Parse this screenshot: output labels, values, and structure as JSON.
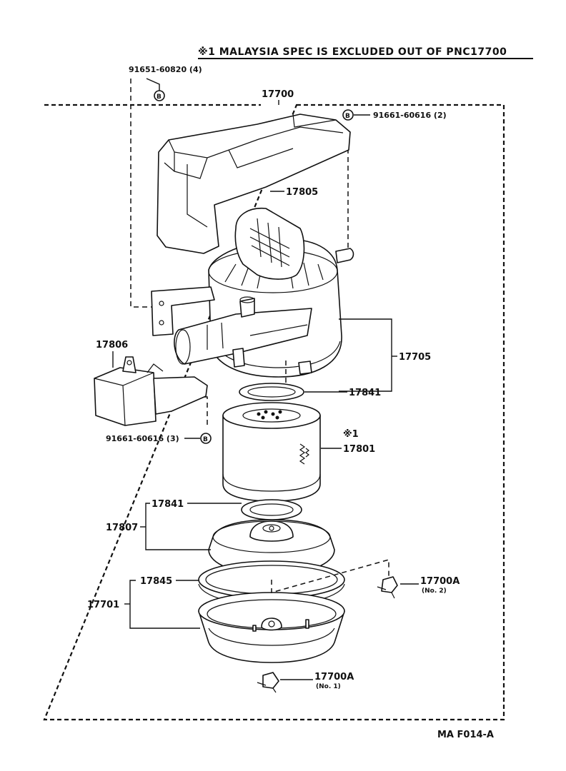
{
  "header": {
    "note": "※1 MALAYSIA SPEC IS EXCLUDED OUT OF PNC17700"
  },
  "footer": {
    "code": "MA F014-A"
  },
  "parts": {
    "assembly": "17700",
    "bolt_top": {
      "number": "91651-60820 (4)",
      "symbol": "B"
    },
    "bolt_right": {
      "number": "91661-60616 (2)",
      "symbol": "B"
    },
    "bolt_left": {
      "number": "91661-60616 (3)",
      "symbol": "B"
    },
    "inlet_duct": "17805",
    "resonator": "17806",
    "cap_sub_assy": "17705",
    "gasket_upper": "17841",
    "element_note": "※1",
    "element": "17801",
    "gasket_lower": "17841",
    "cover_sub_assy": "17807",
    "packing": "17845",
    "case": "17701",
    "clamp_no2": {
      "number": "17700A",
      "sub": "(No. 2)"
    },
    "clamp_no1": {
      "number": "17700A",
      "sub": "(No. 1)"
    }
  }
}
